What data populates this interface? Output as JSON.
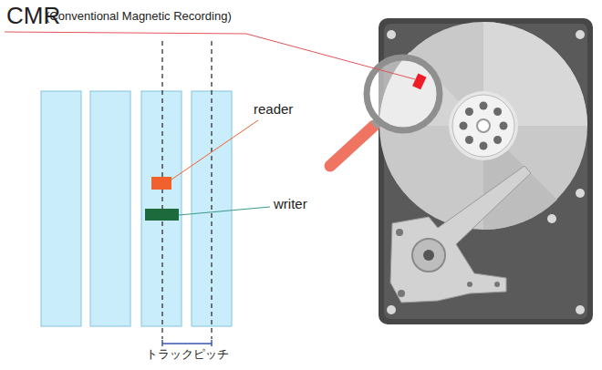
{
  "diagram": {
    "labels": [
      "CMR",
      "(Conventional Magnetic Recording)",
      "reader",
      "writer",
      "トラックピッチ"
    ]
  }
}
